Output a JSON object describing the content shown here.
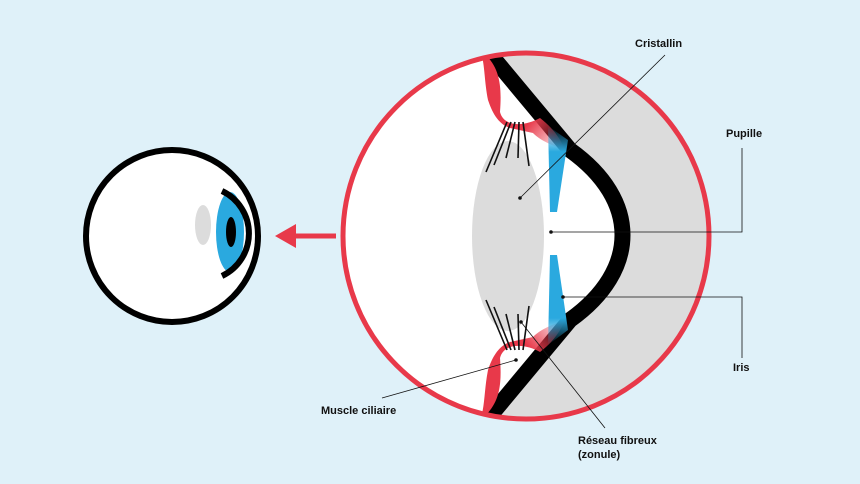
{
  "labels": {
    "lens": "Cristallin",
    "pupil": "Pupille",
    "iris": "Iris",
    "ciliary_muscle": "Muscle ciliaire",
    "zonule_line1": "Réseau fibreux",
    "zonule_line2": "(zonule)"
  },
  "colors": {
    "background": "#dff1f9",
    "magnifier_ring": "#e8394a",
    "ciliary_muscle": "#e8394a",
    "iris": "#2aa9df",
    "lens": "#dcdcdc",
    "eye_outline": "#000000",
    "label_text": "#111111"
  }
}
